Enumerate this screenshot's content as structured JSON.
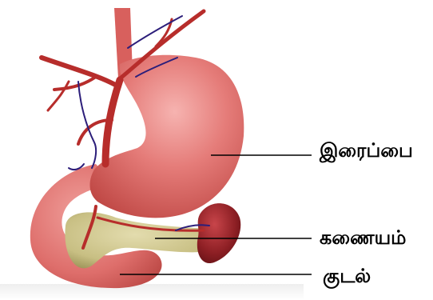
{
  "diagram": {
    "labels": {
      "stomach": "இரைப்பை",
      "pancreas": "கணையம்",
      "intestine": "குடல்"
    }
  },
  "colors": {
    "stomach_base": "#e0716f",
    "stomach_highlight": "#f4a6a3",
    "stomach_shadow": "#b9403f",
    "artery": "#b72d2b",
    "vein": "#2c1e7a",
    "pancreas": "#c9c188",
    "spleen": "#8d1f24",
    "leader_line": "#000000",
    "background": "#ffffff"
  }
}
